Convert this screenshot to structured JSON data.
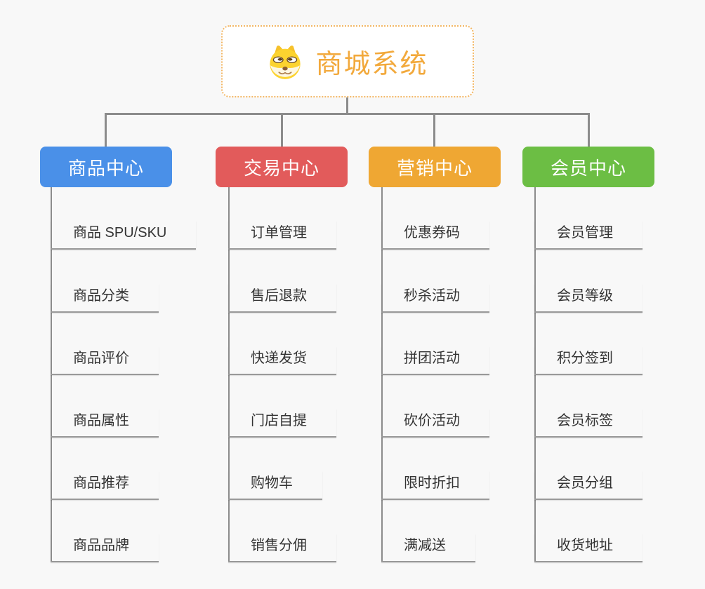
{
  "app": {
    "background_color": "#f8f8f8",
    "connector_color": "#8c8c8c",
    "underline_color": "#999999",
    "leaf_text_color": "#333333"
  },
  "root": {
    "title": "商城系统",
    "icon": "dog-face",
    "title_color": "#f2a93c",
    "border_color": "#f3b765",
    "background": "#ffffff"
  },
  "branches": [
    {
      "id": "product-center",
      "label": "商品中心",
      "color": "#4a90e8",
      "items": [
        "商品 SPU/SKU",
        "商品分类",
        "商品评价",
        "商品属性",
        "商品推荐",
        "商品品牌"
      ]
    },
    {
      "id": "trade-center",
      "label": "交易中心",
      "color": "#e25b5b",
      "items": [
        "订单管理",
        "售后退款",
        "快递发货",
        "门店自提",
        "购物车",
        "销售分佣"
      ]
    },
    {
      "id": "marketing-center",
      "label": "营销中心",
      "color": "#efa733",
      "items": [
        "优惠券码",
        "秒杀活动",
        "拼团活动",
        "砍价活动",
        "限时折扣",
        "满减送"
      ]
    },
    {
      "id": "member-center",
      "label": "会员中心",
      "color": "#6cbe44",
      "items": [
        "会员管理",
        "会员等级",
        "积分签到",
        "会员标签",
        "会员分组",
        "收货地址"
      ]
    }
  ]
}
